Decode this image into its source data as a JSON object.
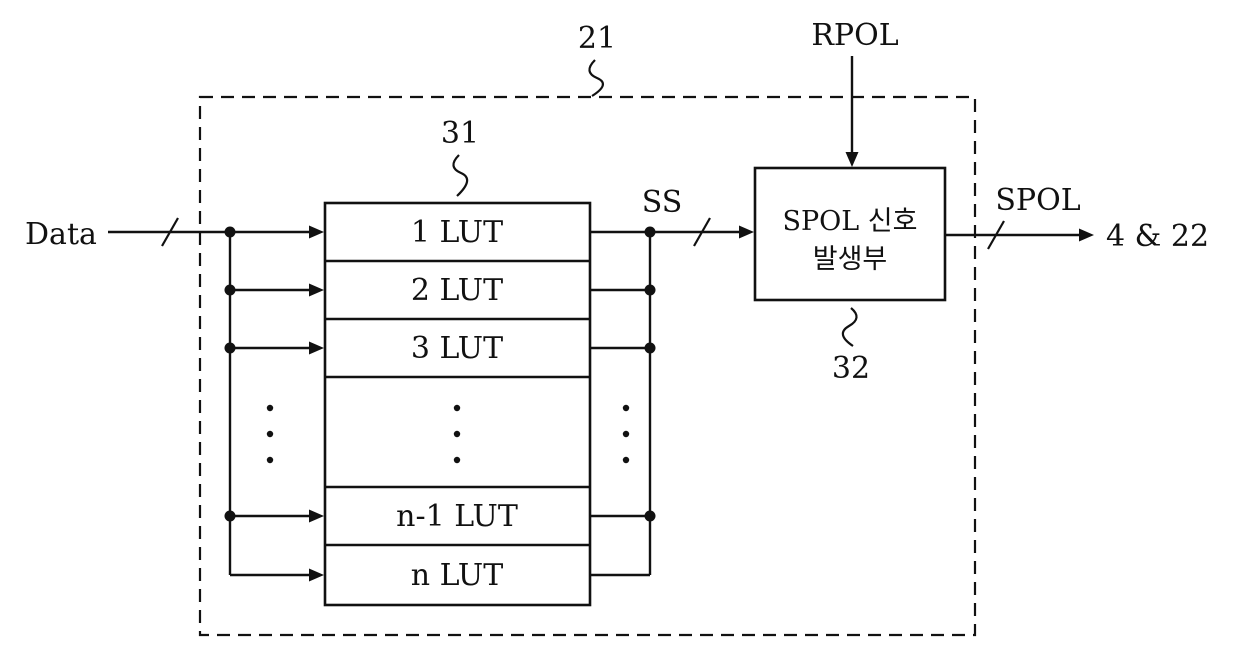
{
  "diagram": {
    "title_refs": {
      "outer": "21",
      "lut_stack": "31",
      "spol_gen": "32"
    },
    "signals": {
      "data_in": "Data",
      "rpol_in": "RPOL",
      "ss": "SS",
      "spol_out": "SPOL",
      "destination": "4 & 22"
    },
    "spol_box": {
      "line1": "SPOL 신호",
      "line2": "발생부"
    },
    "lut_rows": [
      "1 LUT",
      "2 LUT",
      "3 LUT",
      "n-1 LUT",
      "n LUT"
    ],
    "colors": {
      "line": "#111111",
      "background": "#ffffff"
    }
  }
}
